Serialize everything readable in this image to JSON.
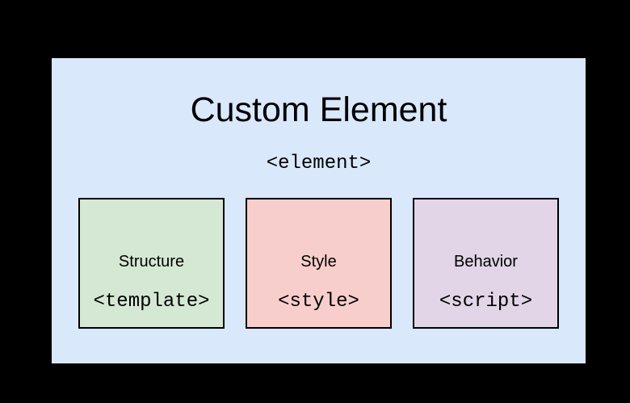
{
  "scene": {
    "background": "#000000",
    "text_color": "#000000"
  },
  "container": {
    "title": "Custom Element",
    "tag": "<element>",
    "fill": "#dae8fc",
    "border": "#000000"
  },
  "components": [
    {
      "id": "structure",
      "label": "Structure",
      "tag": "<template>",
      "fill": "#d5e8d4",
      "border": "#000000"
    },
    {
      "id": "style",
      "label": "Style",
      "tag": "<style>",
      "fill": "#f8cecc",
      "border": "#000000"
    },
    {
      "id": "behavior",
      "label": "Behavior",
      "tag": "<script>",
      "fill": "#e1d5e7",
      "border": "#000000"
    }
  ]
}
